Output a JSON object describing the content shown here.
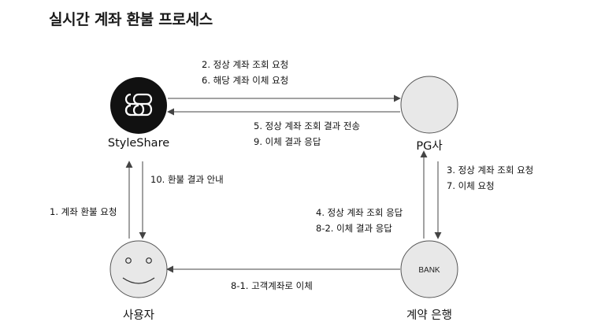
{
  "title": "실시간 계좌 환불 프로세스",
  "nodes": {
    "styleshare": {
      "label": "StyleShare",
      "icon": "styleshare-logo-icon"
    },
    "pg": {
      "label": "PG사"
    },
    "user": {
      "label": "사용자",
      "icon": "smiley-face-icon"
    },
    "bank": {
      "label": "계약 은행",
      "inner": "BANK"
    }
  },
  "edges": {
    "ss_to_pg": [
      "2. 정상 계좌 조회 요청",
      "6. 해당 계좌 이체 요청"
    ],
    "pg_to_ss": [
      "5. 정상 계좌 조회 결과 전송",
      "9. 이체 결과 응답"
    ],
    "ss_to_user": [
      "10. 환불 결과 안내"
    ],
    "user_to_ss": [
      "1. 계좌 환불 요청"
    ],
    "pg_to_bank": [
      "3. 정상 계좌 조회 요청",
      "7. 이체 요청"
    ],
    "bank_to_pg": [
      "4. 정상 계좌 조회 응답",
      "8-2. 이체 결과 응답"
    ],
    "bank_to_user": [
      "8-1. 고객계좌로 이체"
    ]
  },
  "colors": {
    "logo_bg": "#111111",
    "node_fill": "#e8e8e8",
    "stroke": "#555555"
  }
}
